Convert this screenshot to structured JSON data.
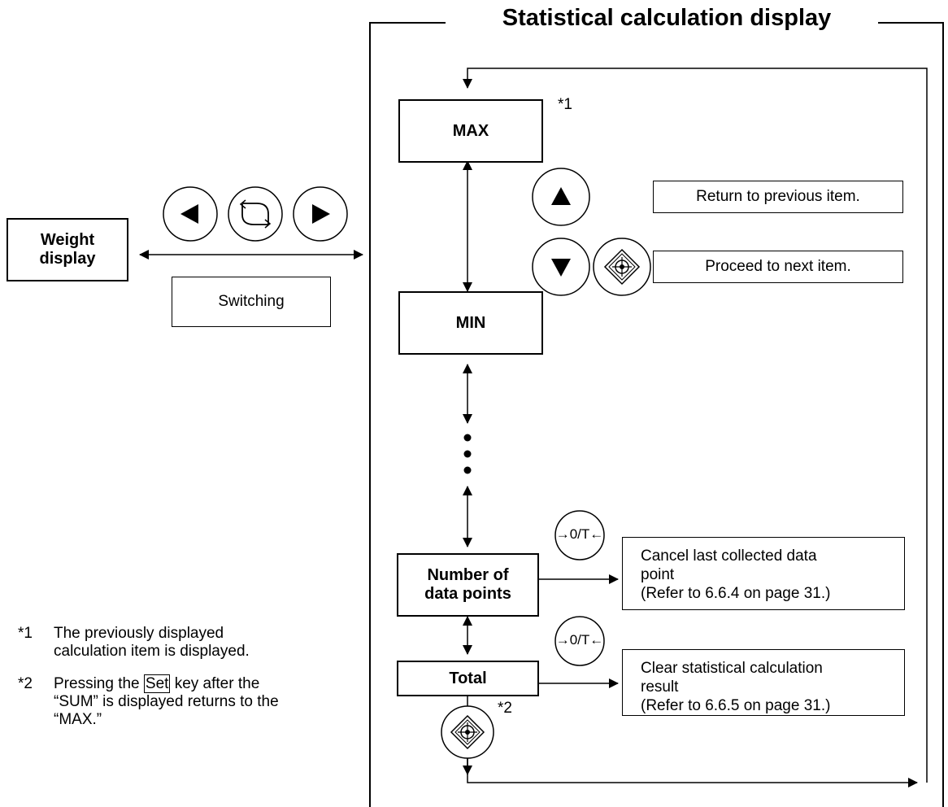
{
  "title": "Statistical calculation display",
  "weight_display": "Weight\ndisplay",
  "switching_label": "Switching",
  "stats": {
    "max": "MAX",
    "min": "MIN",
    "count": "Number of\ndata points",
    "total": "Total"
  },
  "markers": {
    "m1": "*1",
    "m2": "*2"
  },
  "actions": {
    "previous": "Return to previous item.",
    "next": "Proceed to next item.",
    "cancel": "Cancel last collected data\npoint\n(Refer to 6.6.4 on page 31.)",
    "clear": "Clear statistical calculation\nresult\n(Refer to 6.6.5 on page 31.)"
  },
  "keys": {
    "zero_tare_1": "→0/T←",
    "zero_tare_2": "→0/T←"
  },
  "notes": {
    "n1_mark": "*1",
    "n1_text": "The previously displayed calculation item is displayed.",
    "n2_mark": "*2",
    "n2_before": "Pressing the ",
    "n2_key": "Set",
    "n2_after": " key after the “SUM” is displayed returns to the “MAX.”"
  },
  "icons": {
    "left_key": "triangle-left-icon",
    "switch_key": "cycle-icon",
    "right_key": "triangle-right-icon",
    "up_key": "triangle-up-icon",
    "down_key": "triangle-down-icon",
    "set_key": "set-diamond-icon"
  }
}
